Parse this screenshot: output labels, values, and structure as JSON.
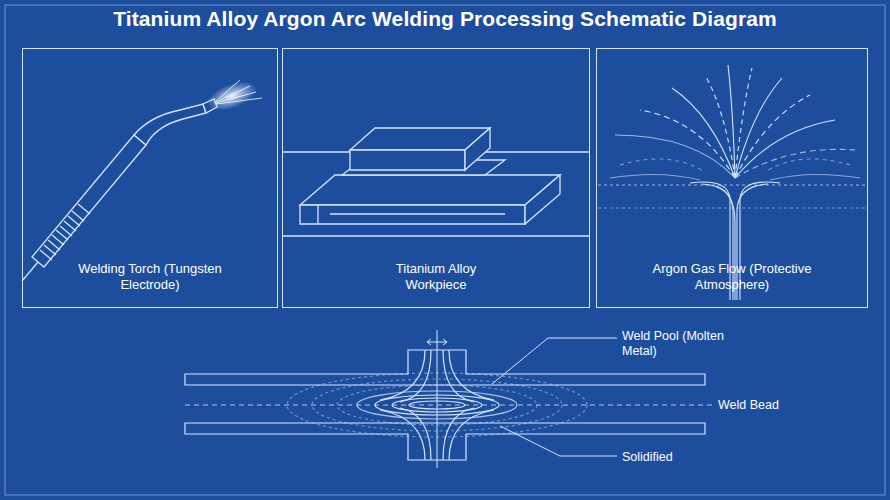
{
  "diagram": {
    "title": "Titanium Alloy Argon Arc Welding Processing Schematic Diagram",
    "nodes": [
      {
        "text": [
          "Welding Torch (Tungsten Electrode)"
        ]
      },
      {
        "text": [
          "Titanium Alloy Workpiece"
        ]
      },
      {
        "text": [
          "Argon Gas Flow (Protective Atmosphere)"
        ]
      }
    ],
    "labels": [
      "Weld Pool (Molten Metal)",
      "Weld Bead",
      "Solidified"
    ]
  }
}
